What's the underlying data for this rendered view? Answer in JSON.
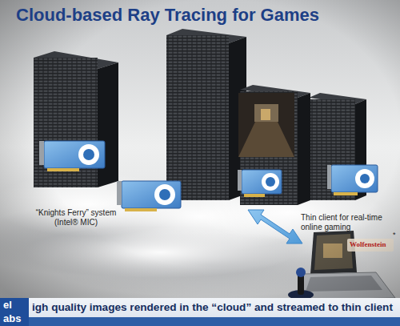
{
  "diagram": {
    "title": "Cloud-based Ray Tracing for Games",
    "caption": "igh quality images rendered in the “cloud” and streamed to thin client",
    "labels": [
      "“Knights Ferry” system (Intel® MIC)",
      "Thin client for real-time online gaming",
      "Wolfenstein",
      "*",
      "el",
      "abs"
    ]
  }
}
